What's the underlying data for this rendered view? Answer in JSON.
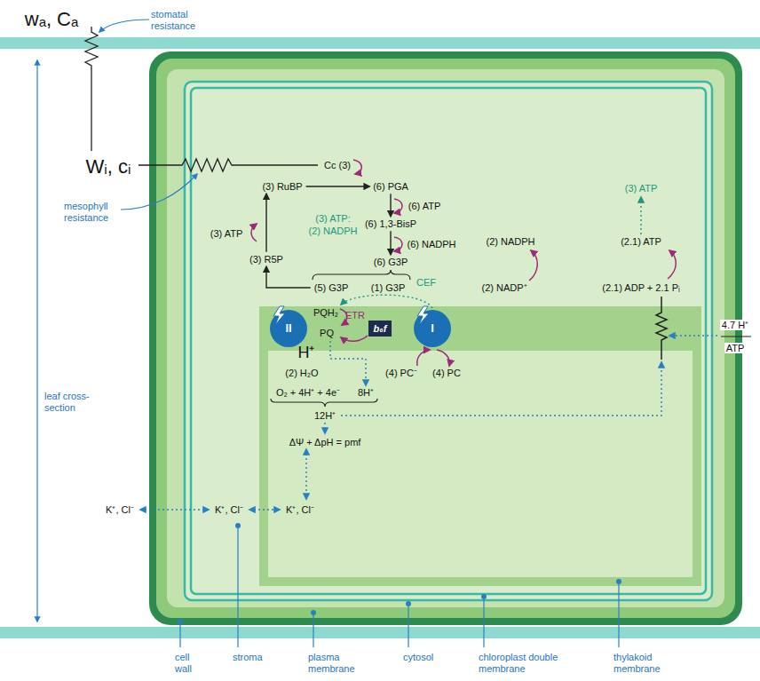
{
  "diagram": {
    "nodes": [
      {
        "text": [
          "(3) RuBP"
        ]
      },
      {
        "text": [
          "(6) PGA"
        ]
      },
      {
        "text": [
          "(6) 1,3-BisP"
        ]
      },
      {
        "text": [
          "(6) G3P"
        ]
      },
      {
        "text": [
          "(3) R5P"
        ]
      },
      {
        "text": [
          "(5) G3P"
        ]
      },
      {
        "text": [
          "(1) G3P"
        ]
      },
      {
        "text": [
          "II"
        ]
      },
      {
        "text": [
          "b₆f"
        ]
      },
      {
        "text": [
          "I"
        ]
      }
    ],
    "edges": [
      {
        "from": 0,
        "to": 1,
        "arrow": "to"
      },
      {
        "from": 1,
        "to": 2,
        "arrow": "to"
      },
      {
        "from": 2,
        "to": 3,
        "arrow": "to"
      },
      {
        "from": 5,
        "to": 4,
        "arrow": "to"
      },
      {
        "from": 4,
        "to": 0,
        "arrow": "to"
      }
    ],
    "labels": [
      "wₐ, Cₐ",
      "stomatal resistance",
      "Wᵢ, cᵢ",
      "mesophyll resistance",
      "leaf cross-section",
      "Cc (3)",
      "(3) ATP:",
      "(2) NADPH",
      "(6) ATP",
      "(6) NADPH",
      "(3) ATP",
      "(3) ATP",
      "(2) NADPH",
      "(2.1) ATP",
      "(2) NADP⁺",
      "(2.1) ADP + 2.1 Pᵢ",
      "CEF",
      "PQH₂",
      "ETR",
      "PQ",
      "H⁺",
      "(2) H₂O",
      "O₂ + 4H⁺ + 4e⁻",
      "8H⁺",
      "12H⁺",
      "ΔΨ + ΔpH = pmf",
      "(4) PC⁻",
      "(4) PC",
      "4.7 H⁺",
      "ATP",
      "K⁺, Cl⁻",
      "K⁺, Cl⁻",
      "K⁺, Cl⁻",
      "cell wall",
      "stroma",
      "plasma membrane",
      "cytosol",
      "chloroplast double membrane",
      "thylakoid membrane"
    ]
  }
}
